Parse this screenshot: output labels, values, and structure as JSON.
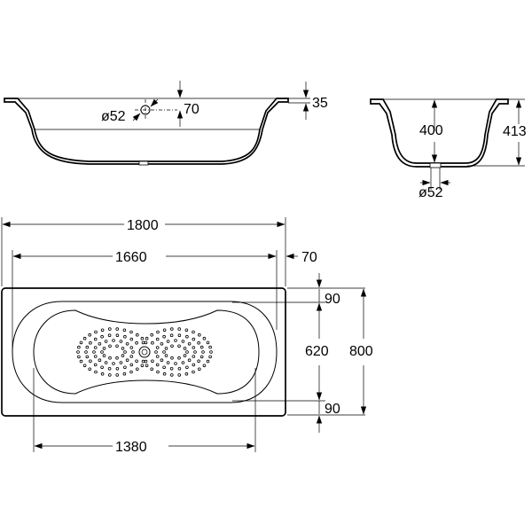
{
  "side_view": {
    "rim_height": "35",
    "drain_offset": "70",
    "drain_diameter": "ø52"
  },
  "end_view": {
    "inner_depth": "400",
    "total_height": "413",
    "drain_diameter": "ø52"
  },
  "plan_view": {
    "overall_length": "1800",
    "inner_length": "1660",
    "end_margin": "70",
    "inner_floor_length": "1380",
    "top_margin": "90",
    "inner_width": "620",
    "bottom_margin": "90",
    "overall_width": "800"
  }
}
